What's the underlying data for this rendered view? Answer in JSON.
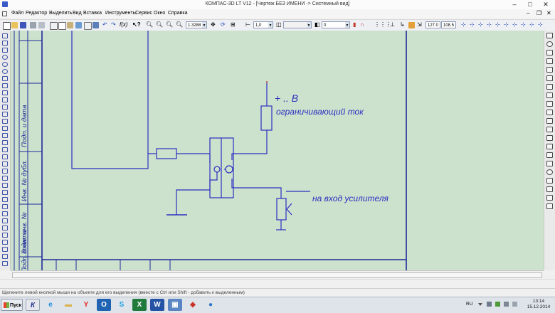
{
  "window": {
    "title": "КОМПАС-3D LT V12 - [Чертеж БЕЗ ИМЕНИ -> Системный вид]"
  },
  "menu": [
    "Файл",
    "Редактор",
    "Выделить",
    "Вид",
    "Вставка",
    "Инструменты",
    "Сервис",
    "Окно",
    "Справка"
  ],
  "toolbar": {
    "zoom_value": "1.3288",
    "line_style_value": "1,0",
    "layer_value": "0",
    "x_value": "127.0",
    "y_value": "108.5"
  },
  "drawing": {
    "label_plus": "+ .. В",
    "label_limit": "ограничивающий ток",
    "label_input": "на вход усилителя",
    "stamp": [
      "Подп. и дата",
      "Инв. № дубл.",
      "Взам. инв. №",
      "Подп. и дата"
    ]
  },
  "status": {
    "hint": "Щелкните левой кнопкой мыши на объекте для его выделения (вместе с Ctrl или Shift - добавить к выделенным)"
  },
  "taskbar": {
    "start_label": "Пуск",
    "apps": [
      "kompas",
      "ie",
      "explorer",
      "yandex",
      "outlook",
      "skype",
      "excel",
      "word",
      "photo-viewer",
      "tool",
      "chrome-like"
    ],
    "lang": "RU",
    "time": "13:14",
    "date": "15.12.2014"
  },
  "colors": {
    "canvas": "#cde2cd",
    "lines": "#2b2fc0",
    "frame": "#1d2a9a"
  }
}
